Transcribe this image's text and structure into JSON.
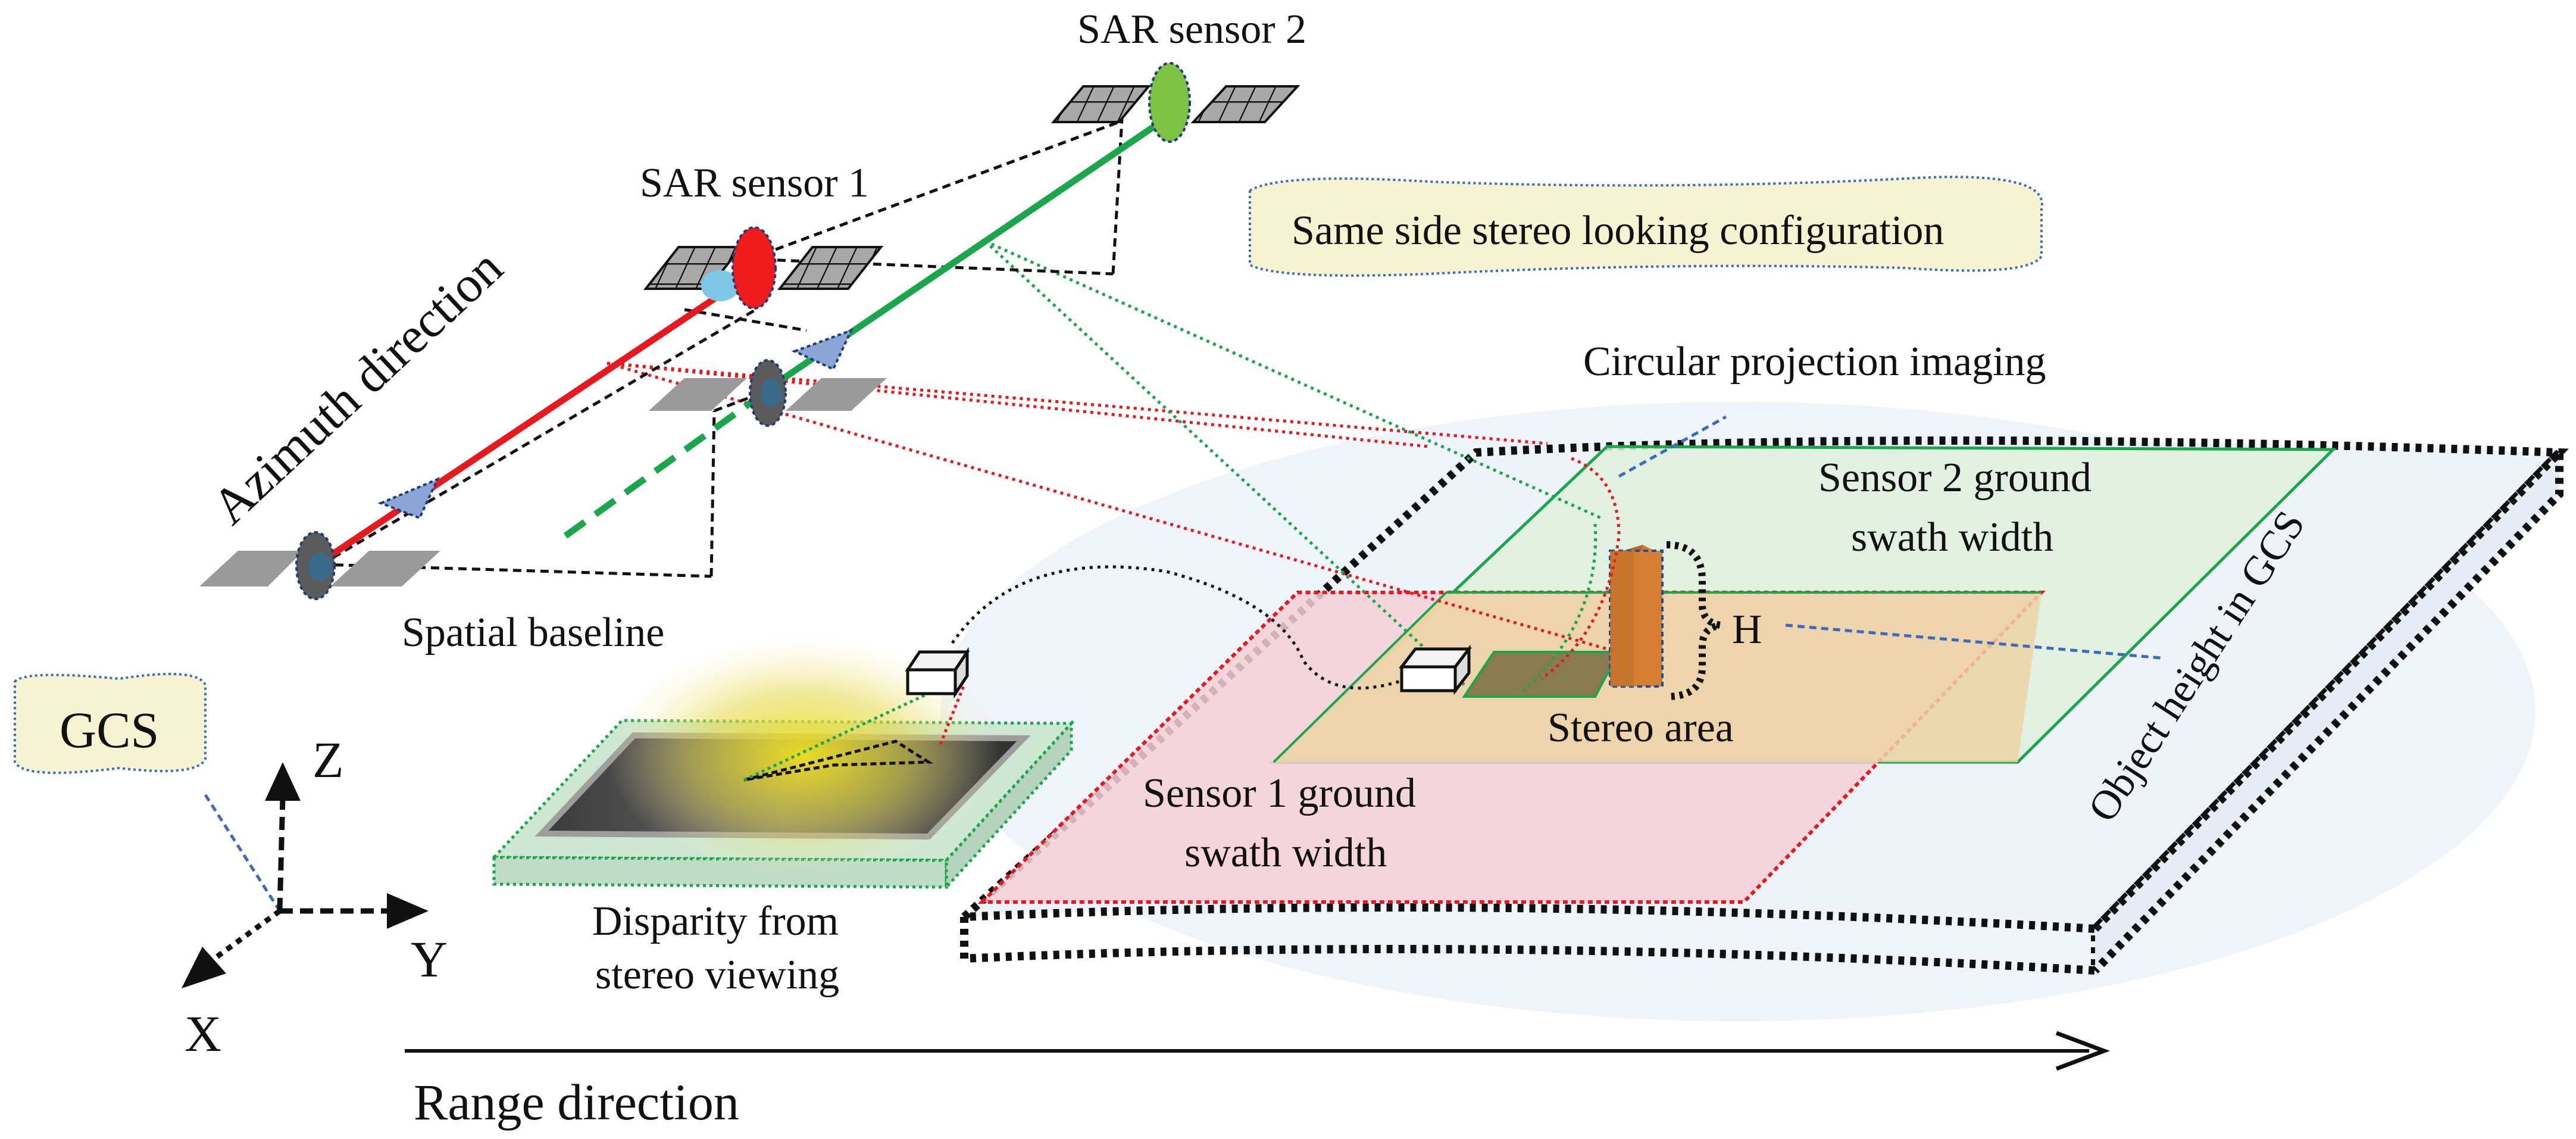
{
  "labels": {
    "sar_sensor_2": "SAR sensor 2",
    "sar_sensor_1": "SAR sensor 1",
    "azimuth_direction": "Azimuth direction",
    "same_side_config": "Same side stereo looking configuration",
    "circular_projection": "Circular projection imaging",
    "sensor2_swath_line1": "Sensor 2 ground",
    "sensor2_swath_line2": "swath width",
    "object_height_gcs": "Object height in GCS",
    "h_label": "H",
    "stereo_area": "Stereo area",
    "sensor1_swath_line1": "Sensor 1 ground",
    "sensor1_swath_line2": "swath width",
    "spatial_baseline": "Spatial baseline",
    "gcs": "GCS",
    "axis_z": "Z",
    "axis_y": "Y",
    "axis_x": "X",
    "disparity_line1": "Disparity from",
    "disparity_line2": "stereo viewing",
    "range_direction": "Range direction"
  },
  "colors": {
    "sensor1_line": "#e8191e",
    "sensor2_line": "#1aa64a",
    "sensor1_satellite_body": "#ee1c1c",
    "sensor2_satellite_body": "#7dc242",
    "sensor1_swath_fill": "#f4cfd6",
    "sensor2_swath_fill": "#dfeedd",
    "stereo_area_fill": "#ecd3a4",
    "object_fill": "#d67f32",
    "note_box_fill": "#f5f3d2",
    "ground_plate_fill": "#edf2f9",
    "solar_panel": "#9a9a9a"
  }
}
